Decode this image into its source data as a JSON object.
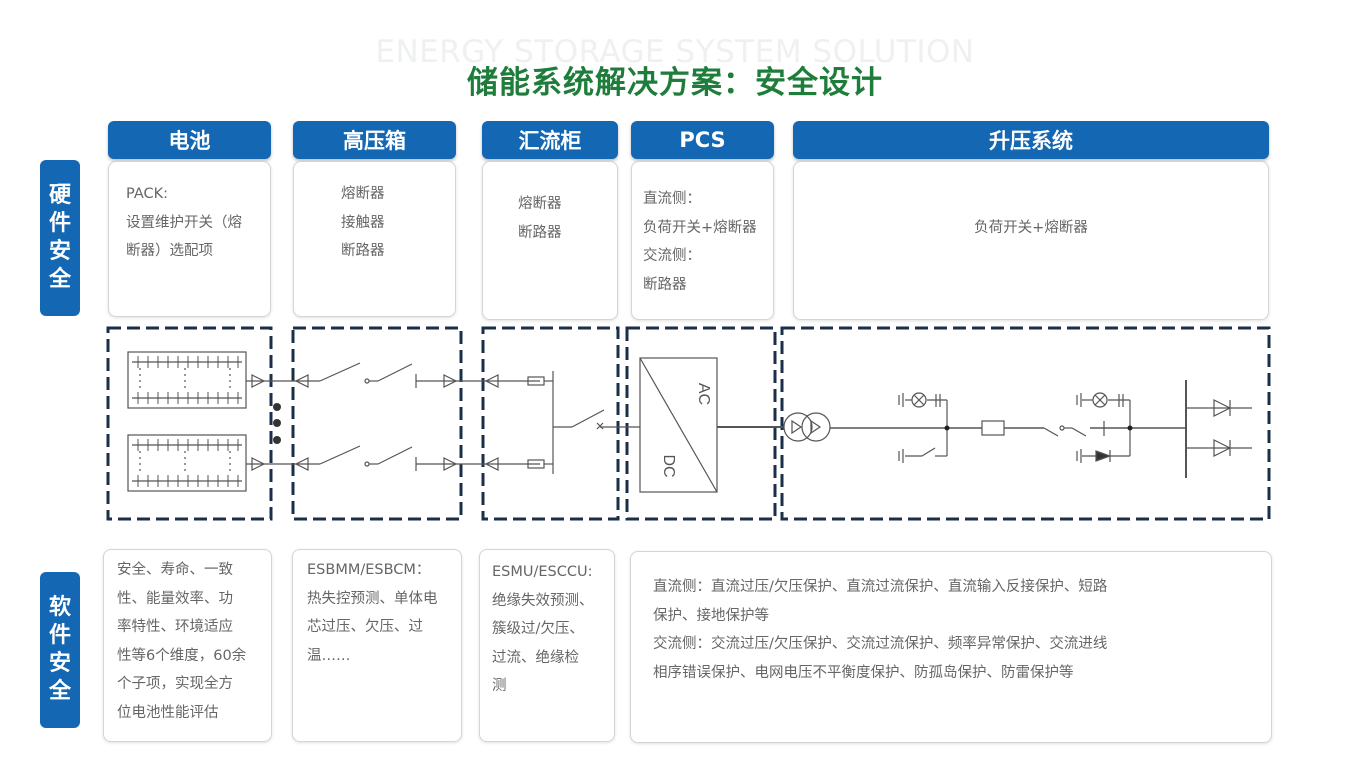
{
  "slide": {
    "watermark": "ENERGY STORAGE SYSTEM SOLUTION",
    "title": "储能系统解决方案：安全设计"
  },
  "sections": {
    "hardware": [
      "硬",
      "件",
      "安",
      "全"
    ],
    "software": [
      "软",
      "件",
      "安",
      "全"
    ]
  },
  "columns": [
    {
      "key": "battery",
      "header": "电池"
    },
    {
      "key": "hv_box",
      "header": "高压箱"
    },
    {
      "key": "combiner",
      "header": "汇流柜"
    },
    {
      "key": "pcs",
      "header": "PCS"
    },
    {
      "key": "boost",
      "header": "升压系统"
    }
  ],
  "hardware": {
    "battery": [
      "PACK:",
      "设置维护开关（熔",
      "断器）选配项"
    ],
    "hv_box": [
      "熔断器",
      "接触器",
      "断路器"
    ],
    "combiner": [
      "熔断器",
      "断路器"
    ],
    "pcs": [
      "直流侧：",
      "负荷开关+熔断器",
      "交流侧：",
      "断路器"
    ],
    "boost": [
      "负荷开关+熔断器"
    ]
  },
  "software": {
    "battery": [
      "安全、寿命、一致",
      "性、能量效率、功",
      "率特性、环境适应",
      "性等6个维度，60余",
      "个子项，实现全方",
      "位电池性能评估"
    ],
    "hv_box": [
      "ESBMM/ESBCM：",
      "热失控预测、单体电",
      "芯过压、欠压、过",
      "温……"
    ],
    "combiner": [
      "ESMU/ESCCU:",
      "绝缘失效预测、",
      "簇级过/欠压、",
      "过流、绝缘检",
      "测"
    ],
    "pcs_boost": [
      "直流侧：直流过压/欠压保护、直流过流保护、直流输入反接保护、短路",
      "保护、接地保护等",
      "交流侧：交流过压/欠压保护、交流过流保护、频率异常保护、交流进线",
      "相序错误保护、电网电压不平衡度保护、防孤岛保护、防雷保护等"
    ]
  },
  "diagram": {
    "converter_top": "AC",
    "converter_bottom": "DC"
  },
  "colors": {
    "header_blue": "#1467b3",
    "title_green": "#1e7d3a",
    "dash_navy": "#1b2f4a",
    "line": "#555555"
  }
}
